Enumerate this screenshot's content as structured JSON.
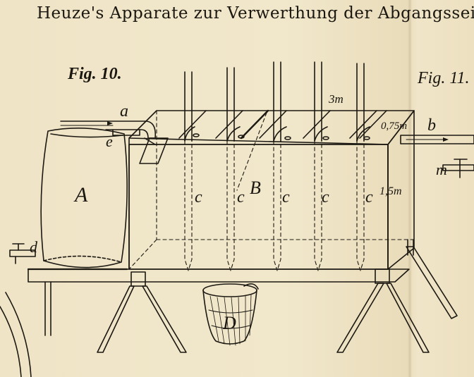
{
  "title": "Heuze's Apparate zur Verwerthung der Abgangssei",
  "figures": {
    "fig10": "Fig. 10.",
    "fig11": "Fig. 11."
  },
  "labels": {
    "a": "a",
    "e": "e",
    "A": "A",
    "d": "d",
    "B": "B",
    "c1": "c",
    "c2": "c",
    "c3": "c",
    "c4": "c",
    "c5": "c",
    "D": "D",
    "b": "b",
    "m": "m",
    "dim_length": "3m",
    "dim_width": "0,75m",
    "dim_height": "1,5m"
  },
  "colors": {
    "paper": "#efe3c4",
    "ink": "#1c1812"
  }
}
